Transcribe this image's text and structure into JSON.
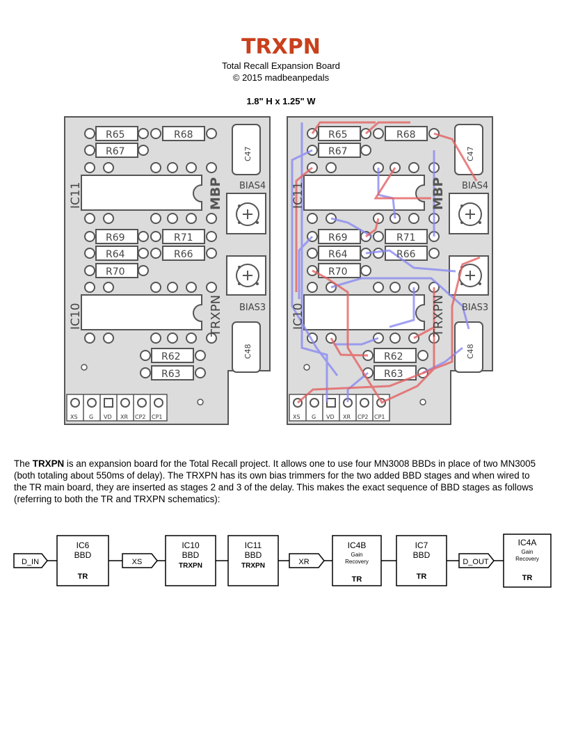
{
  "header": {
    "logo": "TRXPN",
    "subtitle": "Total Recall Expansion Board",
    "copyright": "© 2015 madbeanpedals",
    "dimensions": "1.8\" H x 1.25\" W"
  },
  "pcb": {
    "resistors": [
      "R65",
      "R68",
      "R67",
      "R69",
      "R71",
      "R64",
      "R66",
      "R70",
      "R62",
      "R63"
    ],
    "ics": [
      "IC11",
      "IC10"
    ],
    "caps": [
      "C47",
      "C48"
    ],
    "trimmers": [
      "BIAS4",
      "BIAS3"
    ],
    "logo_mark": "MBP",
    "board_name": "TRXPN",
    "pads": [
      "XS",
      "G",
      "VD",
      "XR",
      "CP2",
      "CP1"
    ]
  },
  "description": {
    "pre": "The ",
    "bold": "TRXPN",
    "post": " is an expansion board for the Total Recall project. It allows one to use four MN3008 BBDs in place of two MN3005 (both totaling about 550ms of delay). The TRXPN has its own bias trimmers for the two added BBD stages and when wired to the TR main board, they are inserted as stages 2 and 3 of the delay. This makes the exact sequence of BBD stages as follows (referring to both the TR and TRXPN schematics):"
  },
  "signal_chain": {
    "ports": [
      "D_IN",
      "XS",
      "XR",
      "D_OUT"
    ],
    "blocks": [
      {
        "line1": "IC6",
        "line2": "BBD",
        "board": "TR"
      },
      {
        "line1": "IC10",
        "line2": "BBD",
        "board": "TRXPN"
      },
      {
        "line1": "IC11",
        "line2": "BBD",
        "board": "TRXPN"
      },
      {
        "line1": "IC4B",
        "line2": "Gain",
        "line3": "Recovery",
        "board": "TR"
      },
      {
        "line1": "IC7",
        "line2": "BBD",
        "board": "TR"
      },
      {
        "line1": "IC4A",
        "line2": "Gain",
        "line3": "Recovery",
        "board": "TR"
      }
    ]
  },
  "colors": {
    "logo": "#c8401c",
    "trace_red": "#e05050",
    "trace_blue": "#7a7af0",
    "board_fill": "#dcdcdc",
    "pad_fill": "#ffffff"
  }
}
